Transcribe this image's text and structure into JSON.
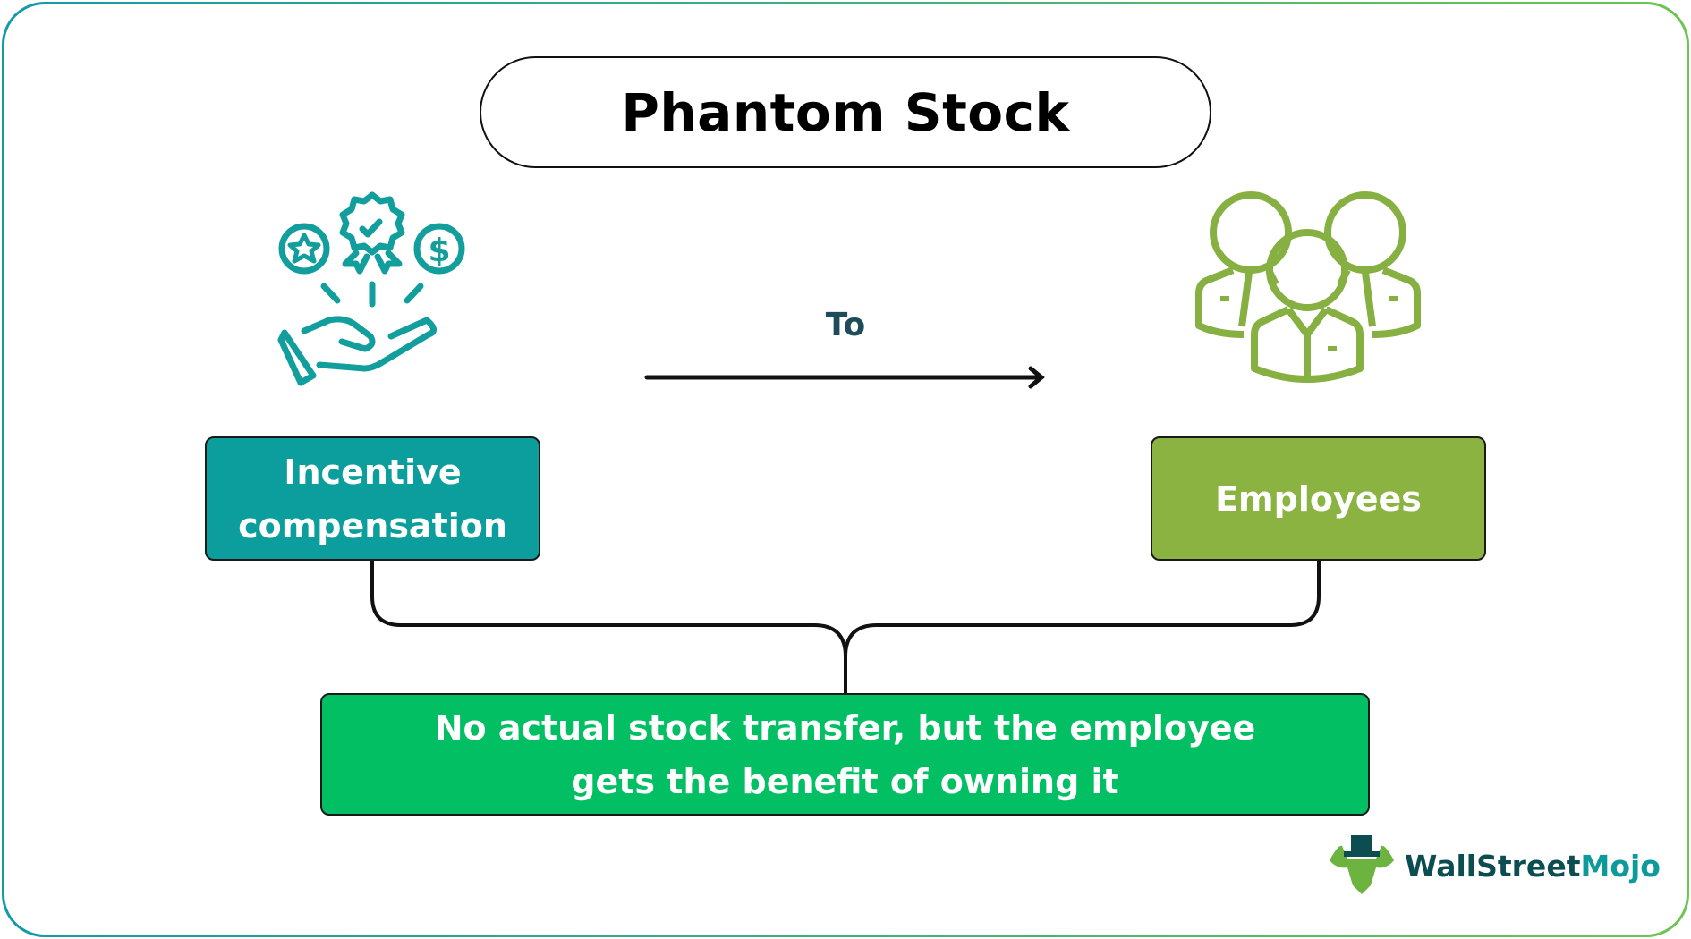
{
  "title": "Phantom Stock",
  "arrow_label": "To",
  "left_box": {
    "line1": "Incentive",
    "line2": "compensation",
    "color": "#0b9e9c"
  },
  "right_box": {
    "label": "Employees",
    "color": "#8ab342"
  },
  "bottom_box": {
    "line1": "No actual stock transfer, but the employee",
    "line2": "gets the benefit of owning it",
    "color": "#02bf63"
  },
  "logo": {
    "part1": "WallStreet",
    "part2": "Mojo"
  }
}
